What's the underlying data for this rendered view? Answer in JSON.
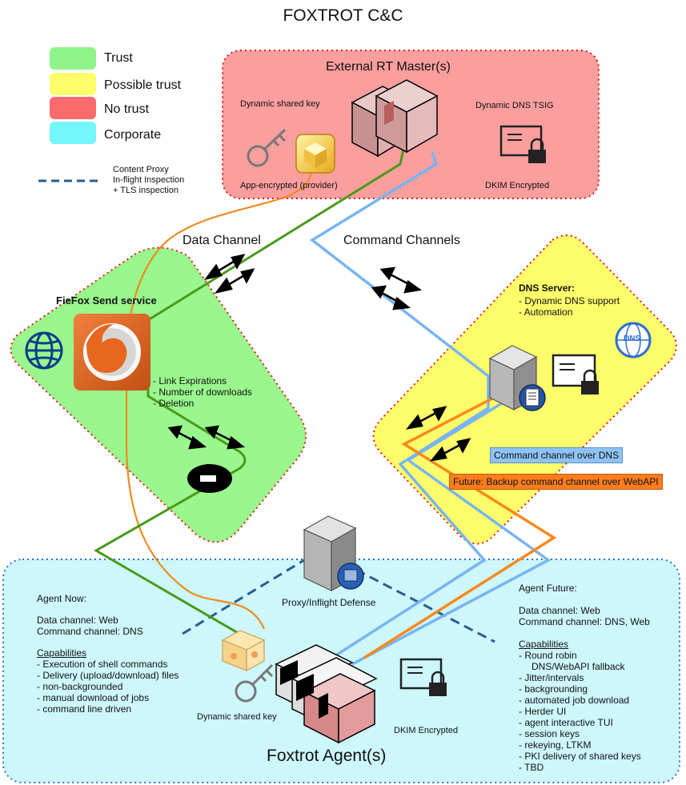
{
  "title": "FOXTROT C&C",
  "legend": [
    {
      "label": "Trust",
      "color": "#8ff58a"
    },
    {
      "label": "Possible trust",
      "color": "#fdfd6b"
    },
    {
      "label": "No trust",
      "color": "#fb6b6b"
    },
    {
      "label": "Corporate",
      "color": "#74f7fb"
    }
  ],
  "legend_proxy": [
    "Content Proxy",
    "In-flight Inspection",
    "+ TLS inspection"
  ],
  "master": {
    "title": "External RT Master(s)",
    "shared_key": "Dynamic shared key",
    "app_encrypted": "App-encrypted (provider)",
    "tsig": "Dynamic DNS TSIG",
    "dkim": "DKIM Encrypted"
  },
  "channels": {
    "data": "Data Channel",
    "command": "Command Channels"
  },
  "firefox": {
    "title": "FieFox Send service",
    "features": [
      "- Link Expirations",
      "- Number of downloads",
      "- Deletion"
    ]
  },
  "dns": {
    "title": "DNS Server:",
    "features": [
      "- Dynamic DNS support",
      "- Automation"
    ],
    "icon_text": "DNS",
    "cmd_dns": "Command channel over DNS",
    "cmd_webapi": "Future: Backup command channel over WebAPI"
  },
  "proxy": {
    "label": "Proxy/Inflight Defense"
  },
  "agent_now": {
    "title": "Agent Now:",
    "data_channel": "Data channel: Web",
    "command_channel": "Command channel: DNS",
    "cap_title": "Capabilities",
    "caps": [
      "- Execution of shell commands",
      "- Delivery (upload/download) files",
      "- non-backgrounded",
      "- manual download of jobs",
      "- command line driven"
    ]
  },
  "agent_future": {
    "title": "Agent Future:",
    "data_channel": "Data channel: Web",
    "command_channel": "Command channel: DNS, Web",
    "cap_title": "Capabilities",
    "caps": [
      "- Round robin",
      "DNS/WebAPI fallback",
      "- Jitter/intervals",
      "- backgrounding",
      "- automated job download",
      "- Herder UI",
      "- agent interactive TUI",
      "- session keys",
      "- rekeying, LTKM",
      "- PKI delivery of shared keys",
      "- TBD"
    ]
  },
  "agent": {
    "title": "Foxtrot Agent(s)",
    "shared_key": "Dynamic shared key",
    "dkim": "DKIM Encrypted"
  }
}
